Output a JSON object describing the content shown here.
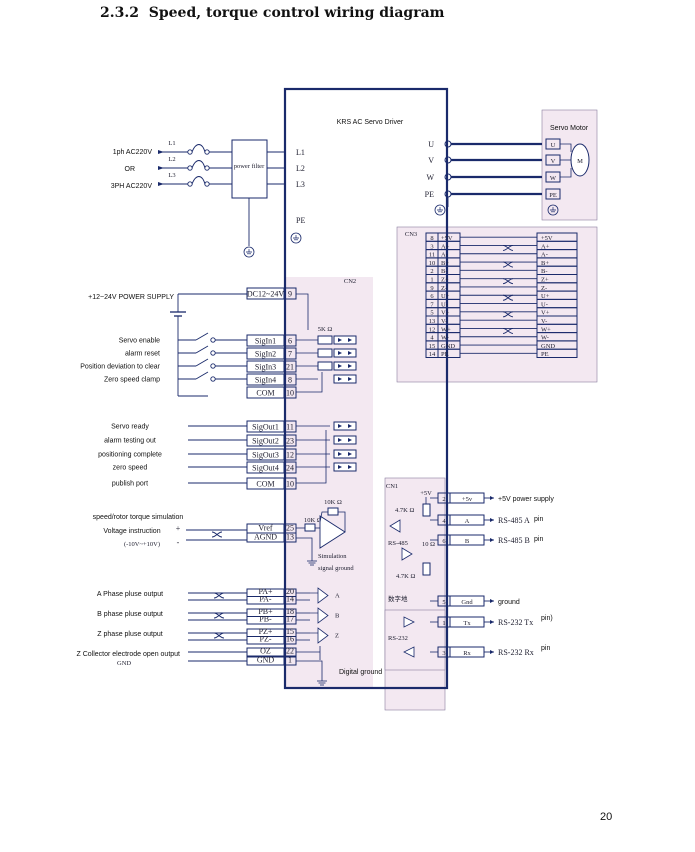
{
  "heading": {
    "number": "2.3.2",
    "title": "Speed, torque control wiring diagram"
  },
  "page_number": "20",
  "driver_title": "KRS AC Servo Driver",
  "motor_title": "Servo Motor",
  "motor_symbol": "M",
  "power": {
    "labels": [
      "1ph AC220V",
      "OR",
      "3PH AC220V"
    ],
    "inputs": [
      "L1",
      "L2",
      "L3"
    ],
    "filter": "power filter",
    "terminals": [
      "L1",
      "L2",
      "L3",
      "PE"
    ]
  },
  "motor_out": {
    "terminals": [
      "U",
      "V",
      "W",
      "PE"
    ],
    "motor_pins": [
      "U",
      "V",
      "W",
      "PE"
    ]
  },
  "cn2": {
    "name": "CN2",
    "supply_label": "+12~24V POWER SUPPLY",
    "supply_pin": {
      "name": "DC12~24V",
      "no": "9"
    },
    "resistor": "5K Ω",
    "inputs": [
      {
        "label": "Servo enable",
        "pin": "SigIn1",
        "no": "6"
      },
      {
        "label": "alarm reset",
        "pin": "SigIn2",
        "no": "7"
      },
      {
        "label": "Position deviation to clear",
        "pin": "SigIn3",
        "no": "21"
      },
      {
        "label": "Zero speed clamp",
        "pin": "SigIn4",
        "no": "8"
      }
    ],
    "com_in": {
      "pin": "COM",
      "no": "10"
    },
    "outputs": [
      {
        "label": "Servo ready",
        "pin": "SigOut1",
        "no": "11"
      },
      {
        "label": "alarm testing out",
        "pin": "SigOut2",
        "no": "23"
      },
      {
        "label": "positioning complete",
        "pin": "SigOut3",
        "no": "12"
      },
      {
        "label": "zero speed",
        "pin": "SigOut4",
        "no": "24"
      },
      {
        "label": "publish port",
        "pin": "COM",
        "no": "10"
      }
    ],
    "analog": {
      "title": "speed/rotor torque simulation",
      "instruction": "Voltage instruction",
      "range": "(-10V~+10V)",
      "plus": "+",
      "minus": "-",
      "pins": [
        {
          "pin": "Vref",
          "no": "25"
        },
        {
          "pin": "AGND",
          "no": "13"
        }
      ],
      "r1": "10K Ω",
      "r2": "10K Ω",
      "ground_label": [
        "Simulation",
        "signal ground"
      ]
    },
    "encoder": [
      {
        "label": "A Phase pluse output",
        "pins": [
          {
            "pin": "PA+",
            "no": "20"
          },
          {
            "pin": "PA-",
            "no": "14"
          }
        ],
        "gate": "A"
      },
      {
        "label": "B phase pluse output",
        "pins": [
          {
            "pin": "PB+",
            "no": "18"
          },
          {
            "pin": "PB-",
            "no": "17"
          }
        ],
        "gate": "B"
      },
      {
        "label": "Z phase pluse output",
        "pins": [
          {
            "pin": "PZ+",
            "no": "15"
          },
          {
            "pin": "PZ-",
            "no": "16"
          }
        ],
        "gate": "Z"
      }
    ],
    "collector": {
      "label": "Z Collector electrode open output",
      "pin": "OZ",
      "no": "22"
    },
    "gnd": {
      "label": "GND",
      "pin": "GND",
      "no": "1"
    },
    "digital_ground": "Digital ground"
  },
  "cn3": {
    "name": "CN3",
    "pins": [
      {
        "no": "8",
        "name": "+5V",
        "motor": "+5V"
      },
      {
        "no": "3",
        "name": "A+",
        "motor": "A+"
      },
      {
        "no": "11",
        "name": "A-",
        "motor": "A-"
      },
      {
        "no": "10",
        "name": "B+",
        "motor": "B+"
      },
      {
        "no": "2",
        "name": "B-",
        "motor": "B-"
      },
      {
        "no": "1",
        "name": "Z+",
        "motor": "Z+"
      },
      {
        "no": "9",
        "name": "Z-",
        "motor": "Z-"
      },
      {
        "no": "6",
        "name": "U+",
        "motor": "U+"
      },
      {
        "no": "7",
        "name": "U-",
        "motor": "U-"
      },
      {
        "no": "5",
        "name": "V+",
        "motor": "V+"
      },
      {
        "no": "13",
        "name": "V-",
        "motor": "V-"
      },
      {
        "no": "12",
        "name": "W+",
        "motor": "W+"
      },
      {
        "no": "4",
        "name": "W-",
        "motor": "W-"
      },
      {
        "no": "15",
        "name": "GND",
        "motor": "GND"
      },
      {
        "no": "14",
        "name": "PE",
        "motor": "PE"
      }
    ]
  },
  "cn1": {
    "name": "CN1",
    "plus5": "+5V",
    "r": "4.7K Ω",
    "r_bottom": "4.7K Ω",
    "r10": "10 Ω",
    "rs485": "RS-485",
    "rs232": "RS-232",
    "dig_ground": "数字地",
    "pins": [
      {
        "no": "2",
        "name": "+5v",
        "label": "+5V power supply"
      },
      {
        "no": "4",
        "name": "A",
        "label": "RS-485 A",
        "suffix": "pin"
      },
      {
        "no": "6",
        "name": "B",
        "label": "RS-485 B",
        "suffix": "pin"
      },
      {
        "no": "5",
        "name": "Gnd",
        "label": "ground"
      },
      {
        "no": "1",
        "name": "Tx",
        "label": "RS-232 Tx",
        "suffix": "pin)"
      },
      {
        "no": "3",
        "name": "Rx",
        "label": "RS-232 Rx",
        "suffix": "pin"
      }
    ]
  }
}
